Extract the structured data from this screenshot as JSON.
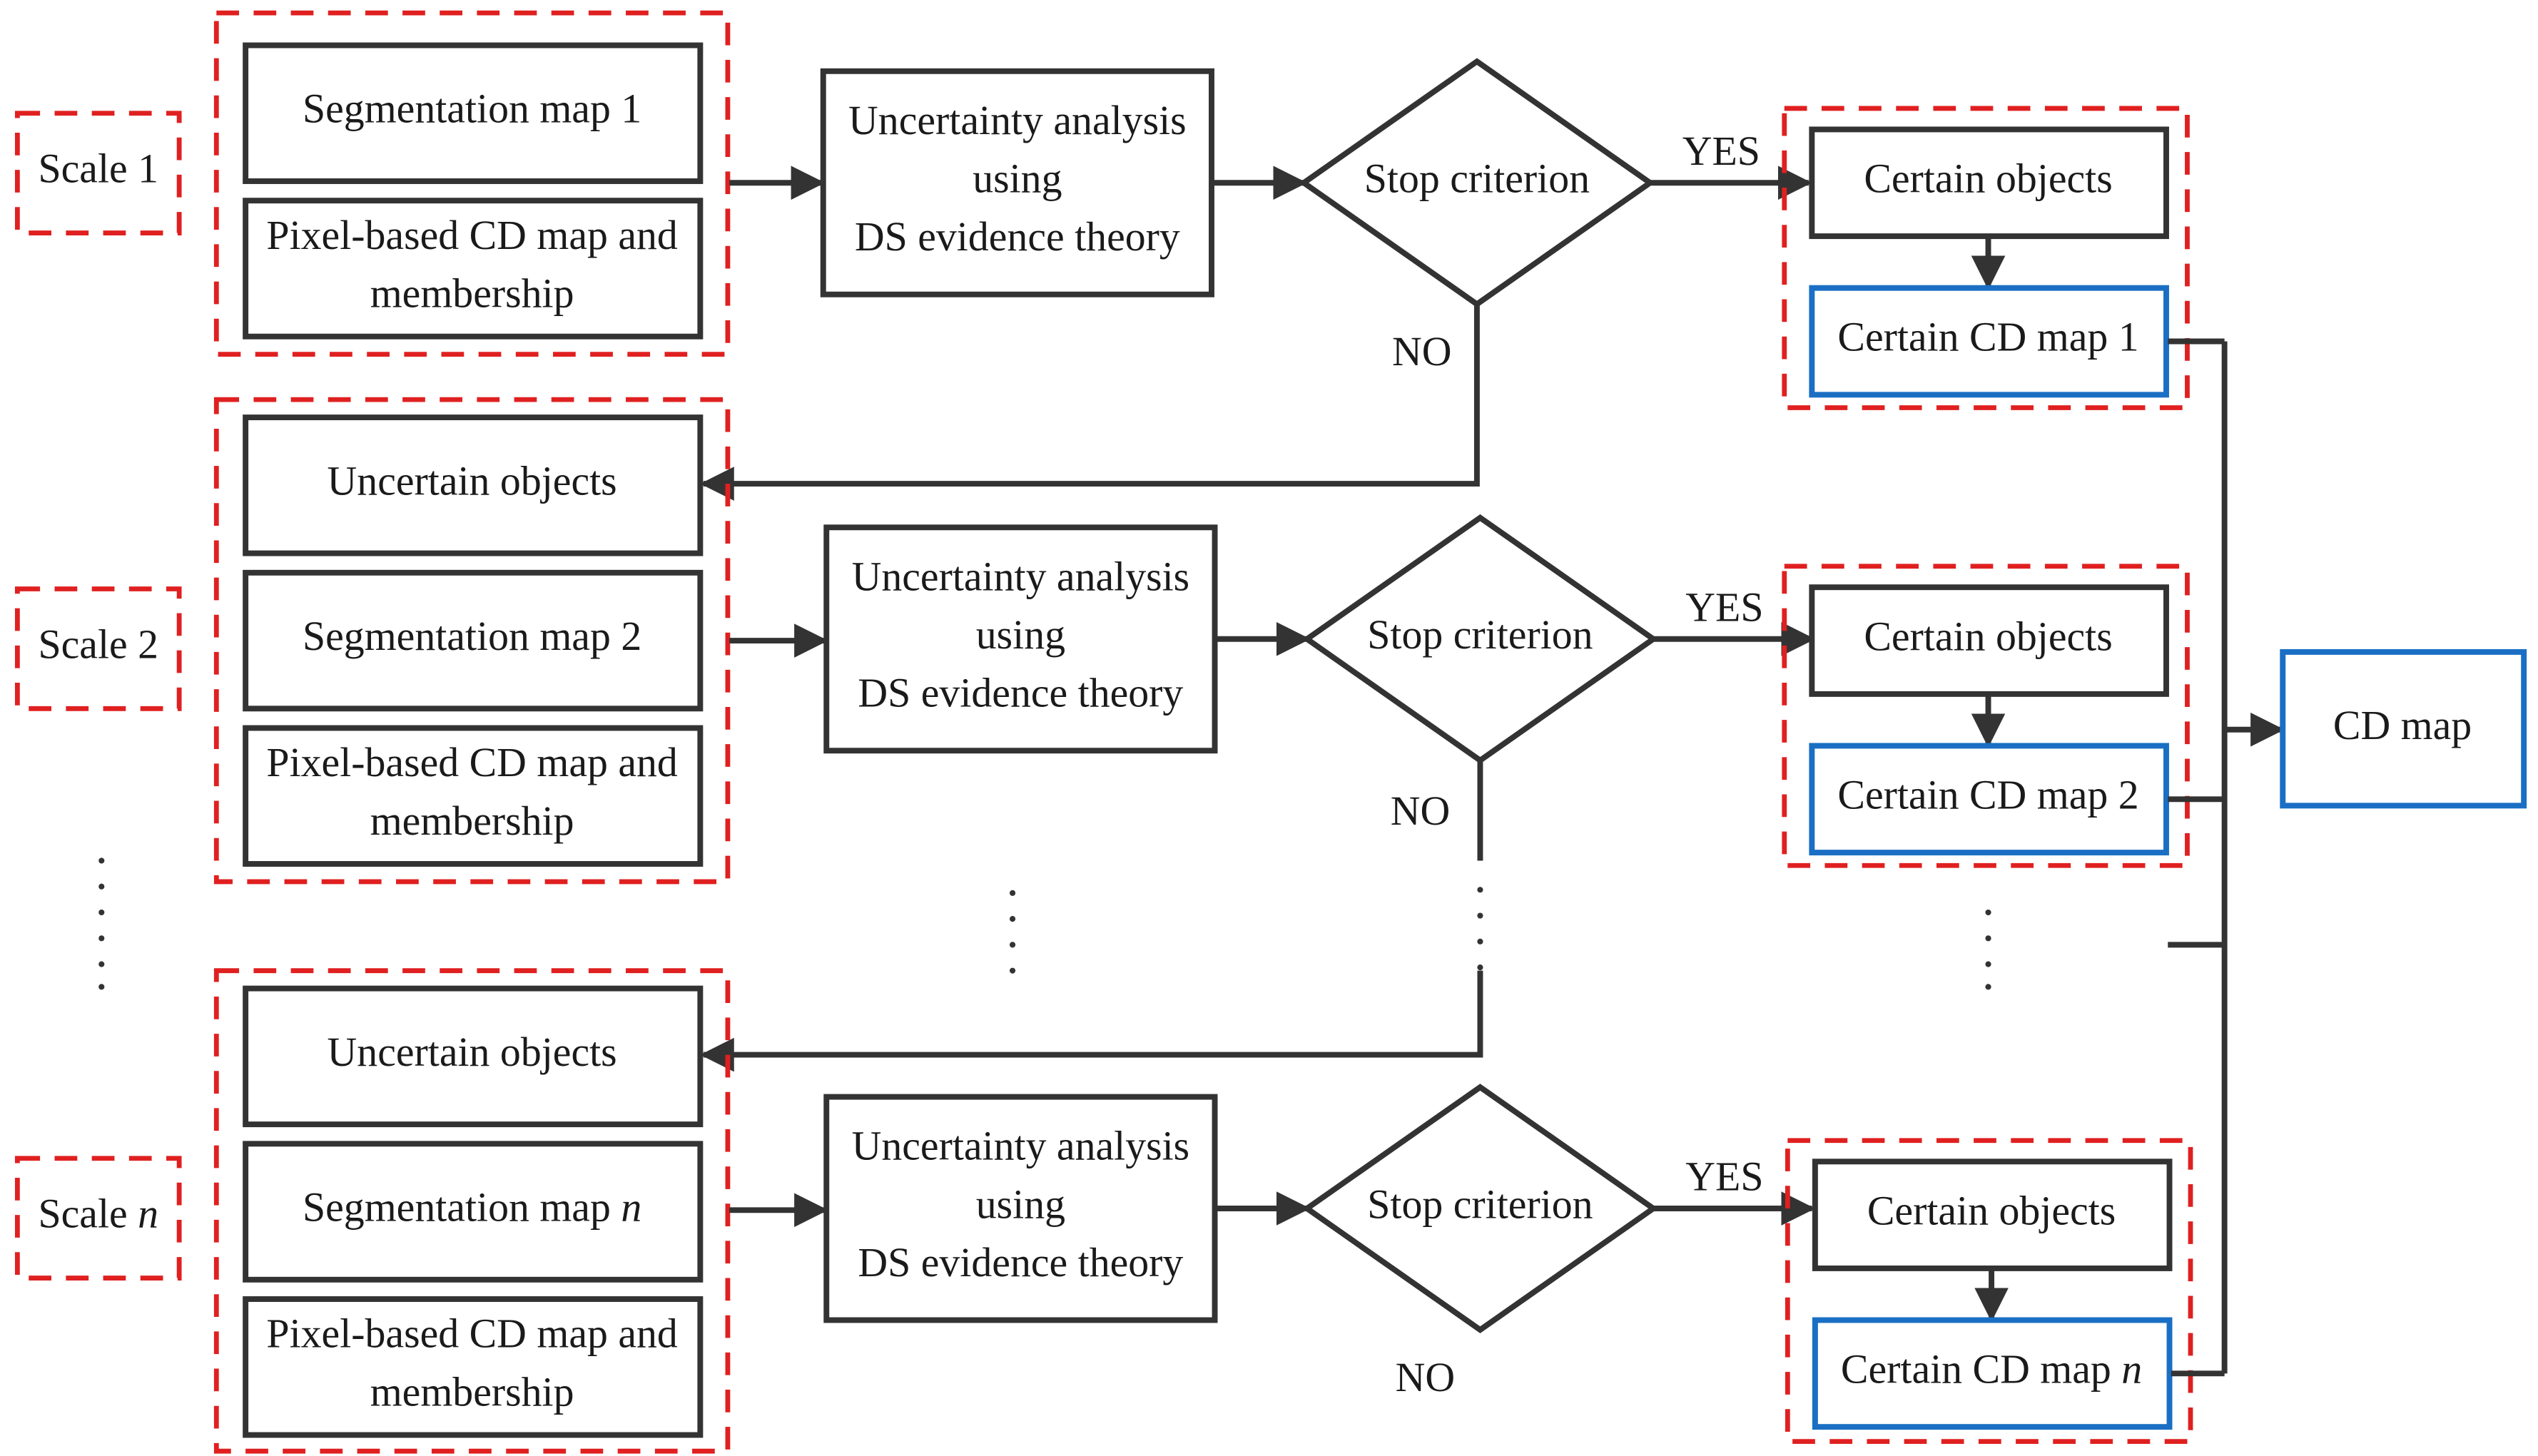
{
  "scales": [
    {
      "prefix": "Scale ",
      "index": "1",
      "index_italic": false
    },
    {
      "prefix": "Scale ",
      "index": "2",
      "index_italic": false
    },
    {
      "prefix": "Scale ",
      "index": "n",
      "index_italic": true
    }
  ],
  "rows": [
    {
      "segmentation_prefix": "Segmentation map ",
      "segmentation_index": "1",
      "segmentation_index_italic": false,
      "pixel_line1": "Pixel-based CD map and",
      "pixel_line2": "membership",
      "uncertainty_line1": "Uncertainty analysis",
      "uncertainty_line2": "using",
      "uncertainty_line3": "DS evidence theory",
      "stop": "Stop criterion",
      "yes": "YES",
      "no": "NO",
      "certain_objects": "Certain  objects",
      "certain_cd_prefix": "Certain  CD map ",
      "certain_cd_index": "1",
      "certain_cd_index_italic": false
    },
    {
      "uncertain_objects": "Uncertain  objects",
      "segmentation_prefix": "Segmentation map ",
      "segmentation_index": "2",
      "segmentation_index_italic": false,
      "pixel_line1": "Pixel-based CD map and",
      "pixel_line2": "membership",
      "uncertainty_line1": "Uncertainty analysis",
      "uncertainty_line2": "using",
      "uncertainty_line3": "DS evidence theory",
      "stop": "Stop criterion",
      "yes": "YES",
      "no": "NO",
      "certain_objects": "Certain  objects",
      "certain_cd_prefix": "Certain  CD map ",
      "certain_cd_index": "2",
      "certain_cd_index_italic": false
    },
    {
      "uncertain_objects": "Uncertain  objects",
      "segmentation_prefix": "Segmentation map ",
      "segmentation_index": "n",
      "segmentation_index_italic": true,
      "pixel_line1": "Pixel-based CD map and",
      "pixel_line2": "membership",
      "uncertainty_line1": "Uncertainty analysis",
      "uncertainty_line2": "using",
      "uncertainty_line3": "DS evidence theory",
      "stop": "Stop criterion",
      "yes": "YES",
      "no": "NO",
      "certain_objects": "Certain  objects",
      "certain_cd_prefix": "Certain  CD map ",
      "certain_cd_index": "n",
      "certain_cd_index_italic": true
    }
  ],
  "output": "CD map",
  "colors": {
    "dashed_group_border": "#e02020",
    "cd_map_border": "#1a6fc4",
    "box_border": "#333333"
  }
}
